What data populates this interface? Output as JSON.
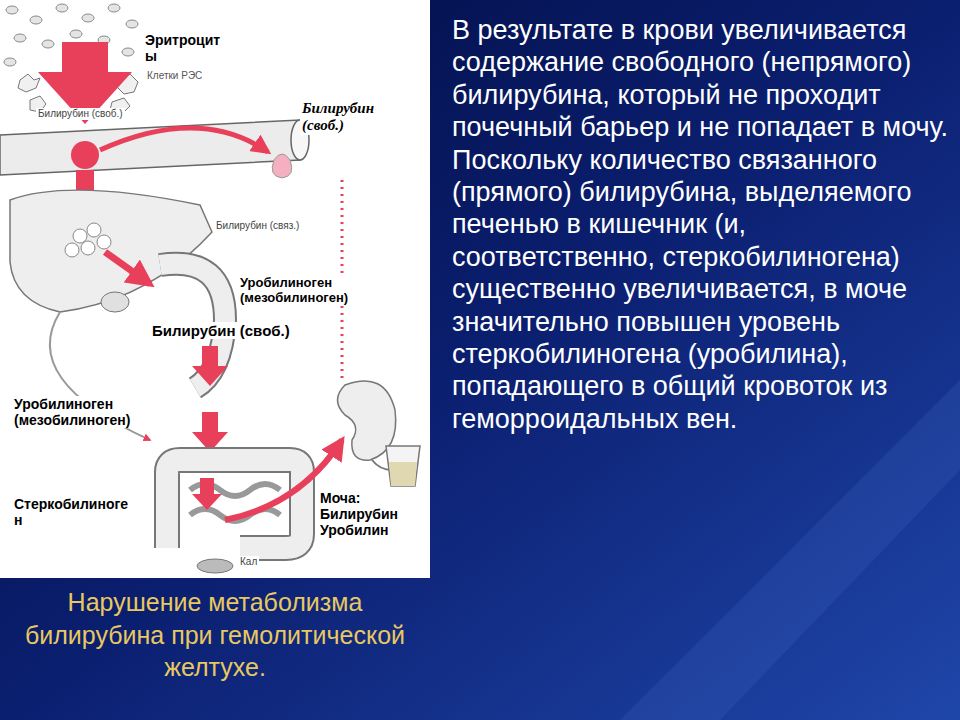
{
  "diagram": {
    "caption": "Нарушение метаболизма билирубина при гемолитической желтухе.",
    "labels": [
      "Эритроцит ы",
      "Клетки РЭС",
      "Билирубин (своб.)",
      "Билирубин (своб.)",
      "Билирубин (связ.)",
      "Уробилиноген (мезобилиноген)",
      "Билирубин (своб.)",
      "Уробилиноген (мезобилиноген)",
      "Стеркобилиноге н",
      "Моча: Билирубин Уробилин",
      "Кал",
      "В результате в крови увеличивается содержание свободного (непрямого) билирубина, который не проходит почечный барьер и не попадает в мочу. Поскольку количество связанного (прямого) билирубина, выделяемого печенью в кишечник (и, соответственно, стеркобилиногена) существенно увеличивается, в моче значительно повышен уровень стеркобилиногена (уробилина), попадающего в общий кровоток из геморроидальных вен."
    ]
  }
}
